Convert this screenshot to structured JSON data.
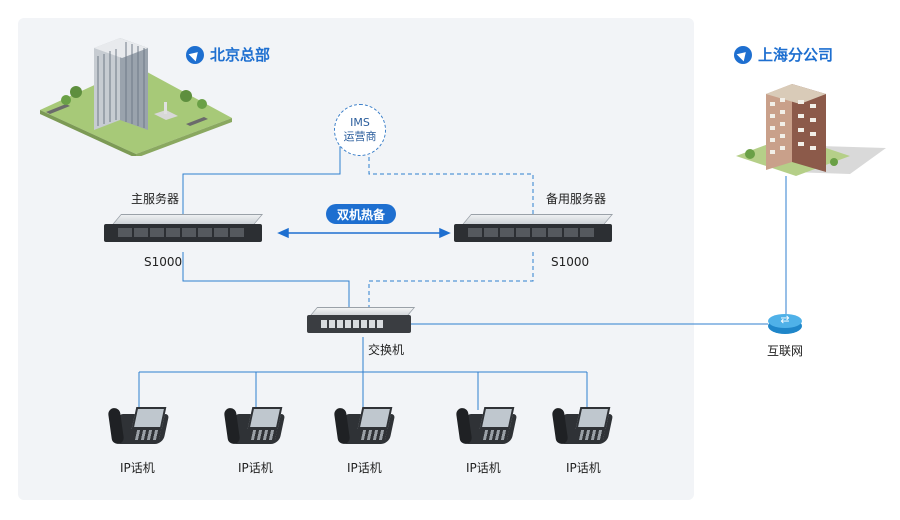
{
  "sites": {
    "beijing": "北京总部",
    "shanghai": "上海分公司"
  },
  "ims": {
    "line1": "IMS",
    "line2": "运营商"
  },
  "servers": {
    "main": {
      "label": "主服务器",
      "model": "S1000"
    },
    "backup": {
      "label": "备用服务器",
      "model": "S1000"
    }
  },
  "hot_standby": "双机热备",
  "switch": {
    "label": "交换机"
  },
  "internet": {
    "label": "互联网"
  },
  "phones": [
    {
      "label": "IP话机"
    },
    {
      "label": "IP话机"
    },
    {
      "label": "IP话机"
    },
    {
      "label": "IP话机"
    },
    {
      "label": "IP话机"
    }
  ],
  "colors": {
    "accent": "#1e6fd0",
    "link": "#2f7fcf",
    "panel": "#f2f4f7"
  },
  "icons": [
    "location-icon",
    "office-building-icon",
    "server-icon",
    "network-switch-icon",
    "router-icon",
    "ip-phone-icon"
  ]
}
